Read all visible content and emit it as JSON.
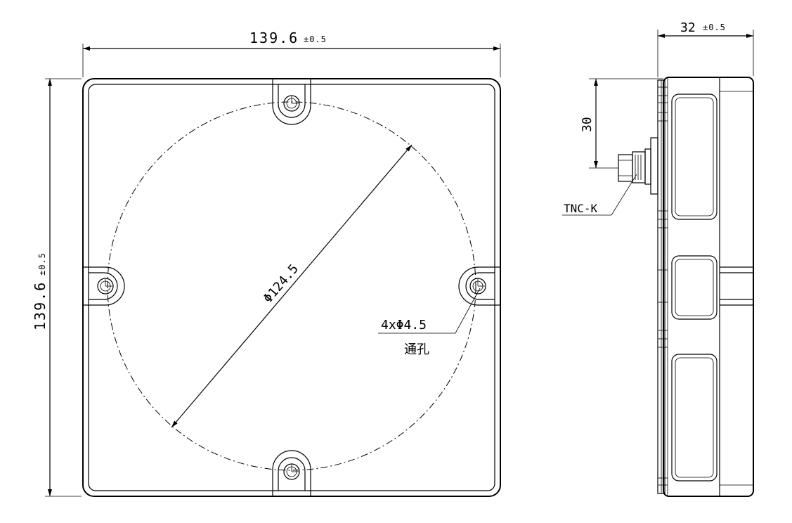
{
  "front_view": {
    "width_dim": {
      "value": "139.6",
      "tol": "±0.5"
    },
    "height_dim": {
      "value": "139.6",
      "tol": "±0.5"
    },
    "circle_dim": "Φ124.5",
    "hole_note": "4xΦ4.5",
    "hole_note_cn": "通孔"
  },
  "side_view": {
    "depth_dim": {
      "value": "32",
      "tol": "±0.5"
    },
    "connector_height_dim": "30",
    "connector_label": "TNC-K"
  }
}
